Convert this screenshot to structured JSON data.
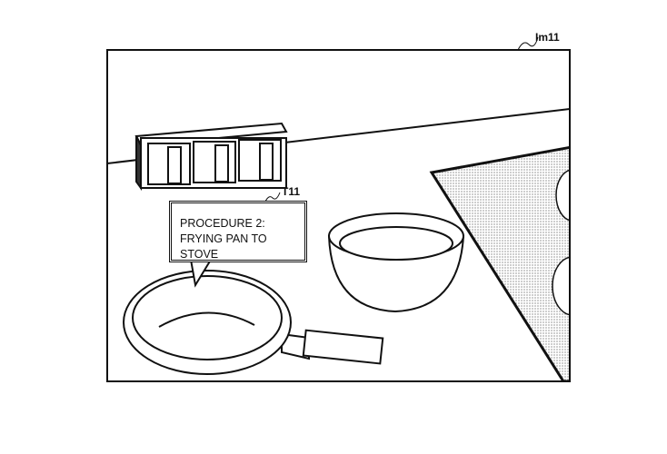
{
  "figure_label": "Im11",
  "callout_label": "T11",
  "callout": {
    "line1": "PROCEDURE 2:",
    "line2": "FRYING PAN TO STOVE"
  }
}
